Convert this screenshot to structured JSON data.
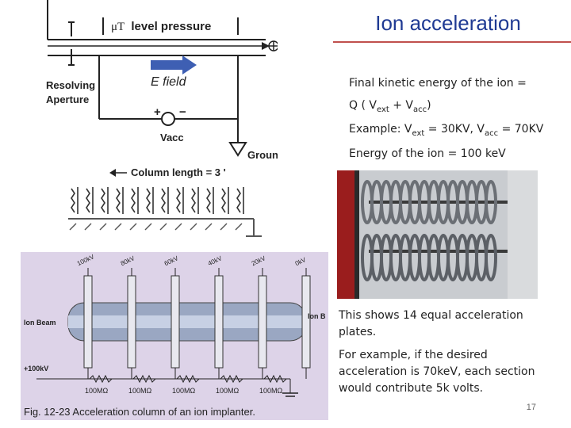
{
  "title": "Ion acceleration",
  "energy": {
    "line1": "Final kinetic energy of the ion =",
    "q_prefix": "Q ( V",
    "ext": "ext",
    "plus": " + V",
    "acc": "acc",
    "close": ")",
    "example_prefix": "Example: V",
    "example_mid": " = 30KV, V",
    "example_end": " = 70KV",
    "energy_line": "Energy of the ion = 100 keV"
  },
  "plates_note": "This shows 14 equal acceleration plates.",
  "example_note": "For example, if the desired acceleration is 70keV, each section would contribute 5k volts.",
  "slide_number": "17",
  "diagram": {
    "level_label": "level pressure",
    "mu_t": "μT",
    "resolving": "Resolving",
    "aperture": "Aperture",
    "e_field": "E field",
    "plus": "+",
    "minus": "−",
    "vacc": "Vacc",
    "ground": "Ground",
    "column_length": "Column length = 3 '"
  },
  "figure": {
    "voltages": [
      "100kV",
      "80kV",
      "60kV",
      "40kV",
      "20kV",
      "0kV"
    ],
    "resistors": [
      "100MΩ",
      "100MΩ",
      "100MΩ",
      "100MΩ",
      "100MΩ"
    ],
    "ion_beam": "Ion Beam",
    "ion_out": "Ion B",
    "supply": "+100kV",
    "caption": "Fig. 12-23 Acceleration column of an ion implanter."
  },
  "colors": {
    "title": "#1f3a93",
    "rule": "#c0504d",
    "figure_bg": "#ddd3e8"
  }
}
